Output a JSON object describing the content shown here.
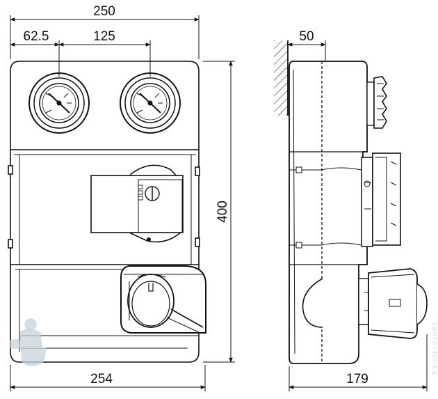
{
  "dimensions": {
    "overall_width": "250",
    "left_offset": "62.5",
    "gauge_spacing": "125",
    "base_width": "254",
    "height": "400",
    "wall_offset": "50",
    "depth": "179"
  },
  "watermark": {
    "text": "santechnika"
  },
  "colors": {
    "line": "#111111",
    "body_fill": "#ffffff",
    "watermark": "#c9d3dc"
  }
}
